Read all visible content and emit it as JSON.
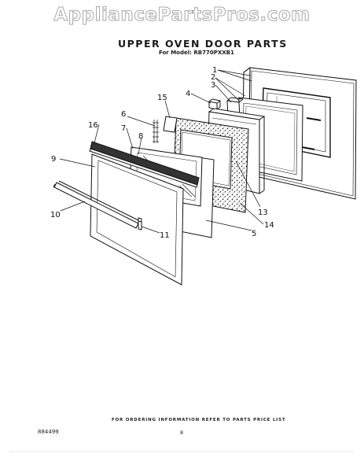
{
  "header": {
    "watermark": "AppliancePartsPros.com",
    "title": "UPPER OVEN DOOR PARTS",
    "model_line": "For Model: RB770PXXB1"
  },
  "callouts": {
    "c1": "1",
    "c2": "2",
    "c3": "3",
    "c4": "4",
    "c5": "5",
    "c6": "6",
    "c7": "7",
    "c8": "8",
    "c9": "9",
    "c10": "10",
    "c11": "11",
    "c13": "13",
    "c14": "14",
    "c15": "15",
    "c16": "16"
  },
  "footer": {
    "ordering_note": "FOR ORDERING INFORMATION REFER TO PARTS PRICE LIST",
    "document_number": "884499",
    "page_number": "8"
  }
}
